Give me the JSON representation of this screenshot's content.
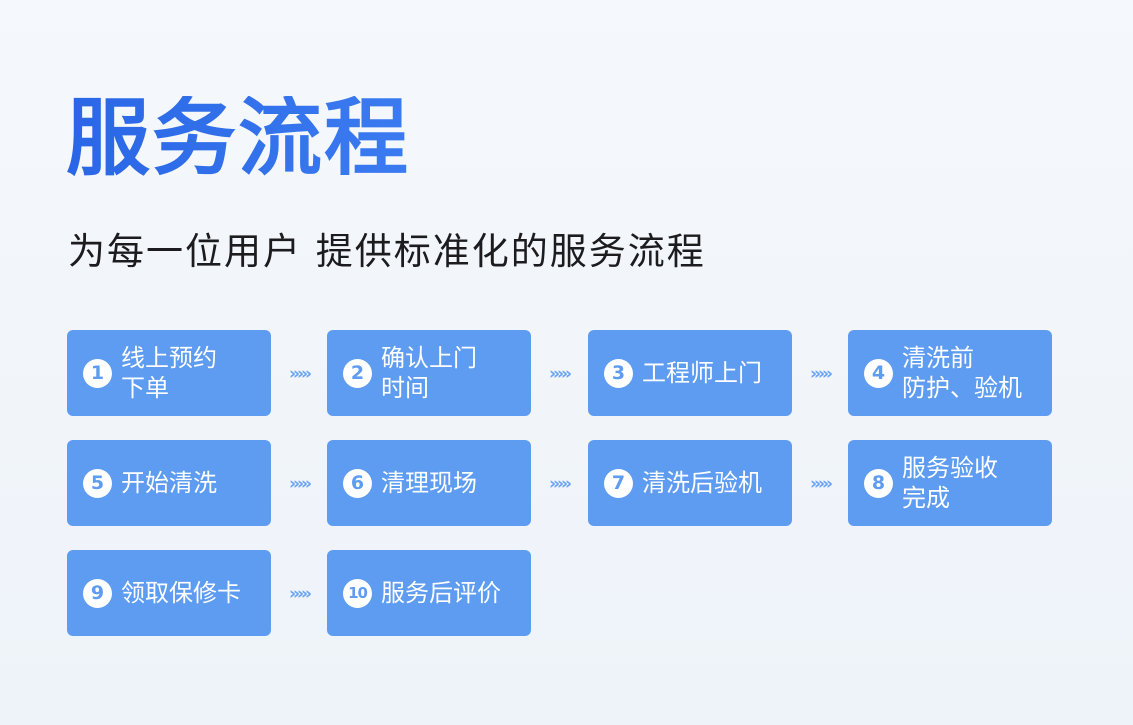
{
  "title": "服务流程",
  "subtitle": "为每一位用户  提供标准化的服务流程",
  "steps": [
    {
      "num": "1",
      "label": "线上预约\n下单"
    },
    {
      "num": "2",
      "label": "确认上门\n时间"
    },
    {
      "num": "3",
      "label": "工程师上门"
    },
    {
      "num": "4",
      "label": "清洗前\n防护、验机"
    },
    {
      "num": "5",
      "label": "开始清洗"
    },
    {
      "num": "6",
      "label": "清理现场"
    },
    {
      "num": "7",
      "label": "清洗后验机"
    },
    {
      "num": "8",
      "label": "服务验收\n完成"
    },
    {
      "num": "9",
      "label": "领取保修卡"
    },
    {
      "num": "10",
      "label": "服务后评价"
    }
  ],
  "arrow_glyph": "›››››",
  "colors": {
    "accent": "#2f6be8",
    "step_bg": "#5e9cf2",
    "arrow": "#6aa3f2"
  }
}
